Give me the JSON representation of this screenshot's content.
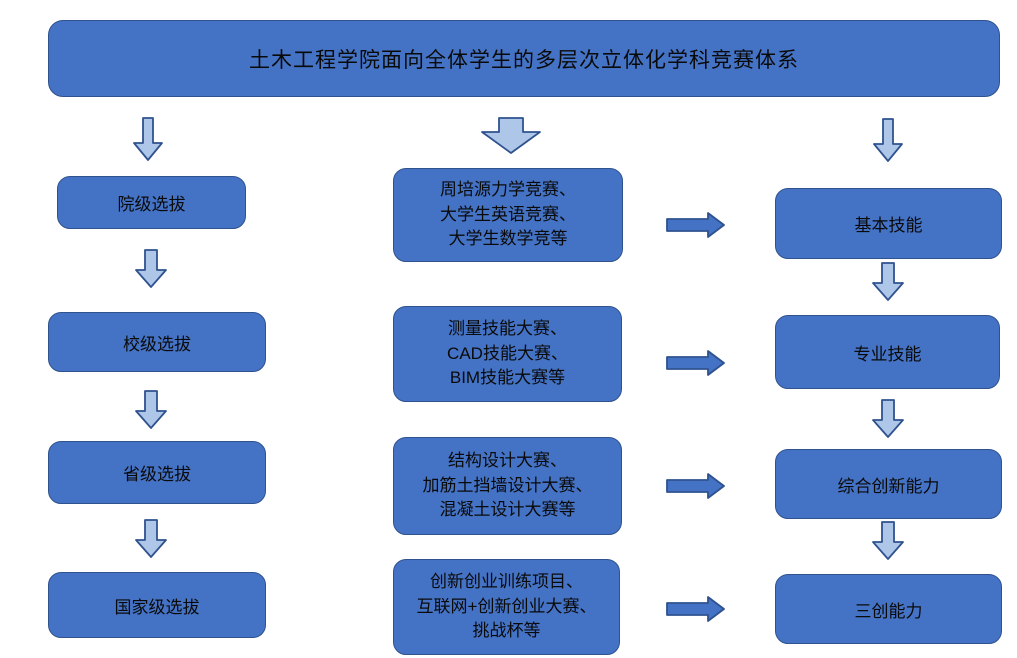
{
  "title": "土木工程学院面向全体学生的多层次立体化学科竞赛体系",
  "left_column": {
    "boxes": [
      {
        "label": "院级选拔"
      },
      {
        "label": "校级选拔"
      },
      {
        "label": "省级选拔"
      },
      {
        "label": "国家级选拔"
      }
    ]
  },
  "middle_column": {
    "boxes": [
      {
        "lines": [
          "周培源力学竞赛、",
          "大学生英语竞赛、",
          "大学生数学竞等"
        ]
      },
      {
        "lines": [
          "测量技能大赛、",
          "CAD技能大赛、",
          "BIM技能大赛等"
        ]
      },
      {
        "lines": [
          "结构设计大赛、",
          "加筋土挡墙设计大赛、",
          "混凝土设计大赛等"
        ]
      },
      {
        "lines": [
          "创新创业训练项目、",
          "互联网+创新创业大赛、",
          "挑战杯等"
        ]
      }
    ]
  },
  "right_column": {
    "boxes": [
      {
        "label": "基本技能"
      },
      {
        "label": "专业技能"
      },
      {
        "label": "综合创新能力"
      },
      {
        "label": "三创能力"
      }
    ]
  },
  "colors": {
    "box_fill": "#4472C4",
    "box_border": "#2F528F",
    "light_arrow_fill": "#AEC6E8",
    "solid_arrow_fill": "#4472C4",
    "text": "#0A0A0A",
    "background": "#FFFFFF"
  }
}
